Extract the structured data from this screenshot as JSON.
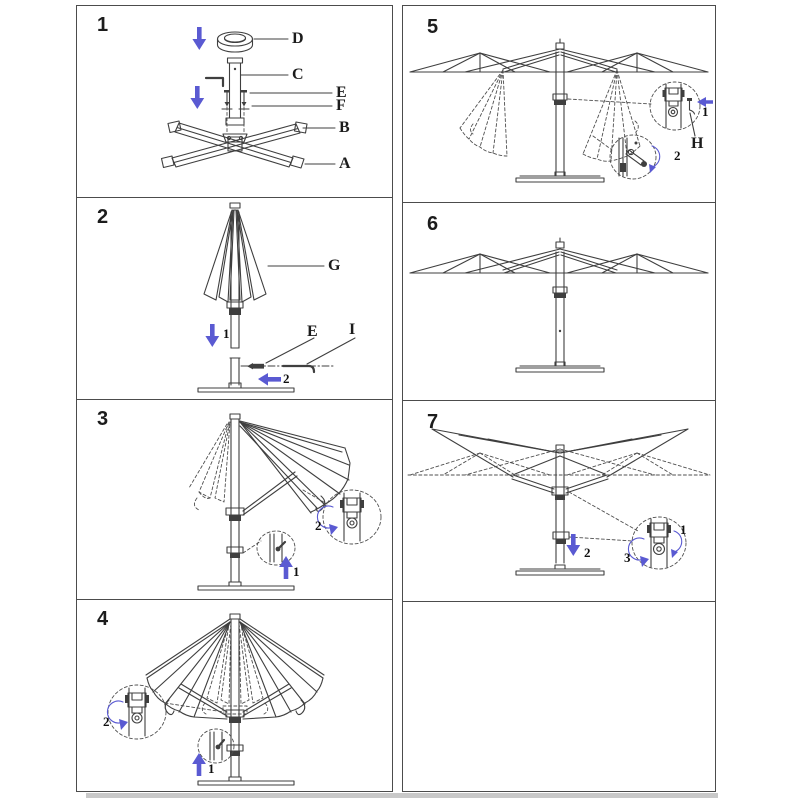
{
  "colors": {
    "background": "#ffffff",
    "line": "#3f3f3f",
    "panel_border": "#4c4c4c",
    "arrow_blue": "#5a5ad2",
    "page_shadow": "#c9c9c9"
  },
  "panels": [
    {
      "number": "1",
      "labels": {
        "A": "A",
        "B": "B",
        "C": "C",
        "D": "D",
        "E": "E",
        "F": "F"
      }
    },
    {
      "number": "2",
      "labels": {
        "G": "G",
        "E": "E",
        "I": "I"
      },
      "steps": {
        "s1": "1",
        "s2": "2"
      }
    },
    {
      "number": "3",
      "steps": {
        "s1": "1",
        "s2": "2"
      }
    },
    {
      "number": "4",
      "steps": {
        "s1": "1",
        "s2": "2"
      }
    },
    {
      "number": "5",
      "labels": {
        "H": "H"
      },
      "steps": {
        "s1": "1",
        "s2": "2"
      }
    },
    {
      "number": "6"
    },
    {
      "number": "7",
      "steps": {
        "s1": "1",
        "s2": "2",
        "s3": "3"
      }
    }
  ]
}
